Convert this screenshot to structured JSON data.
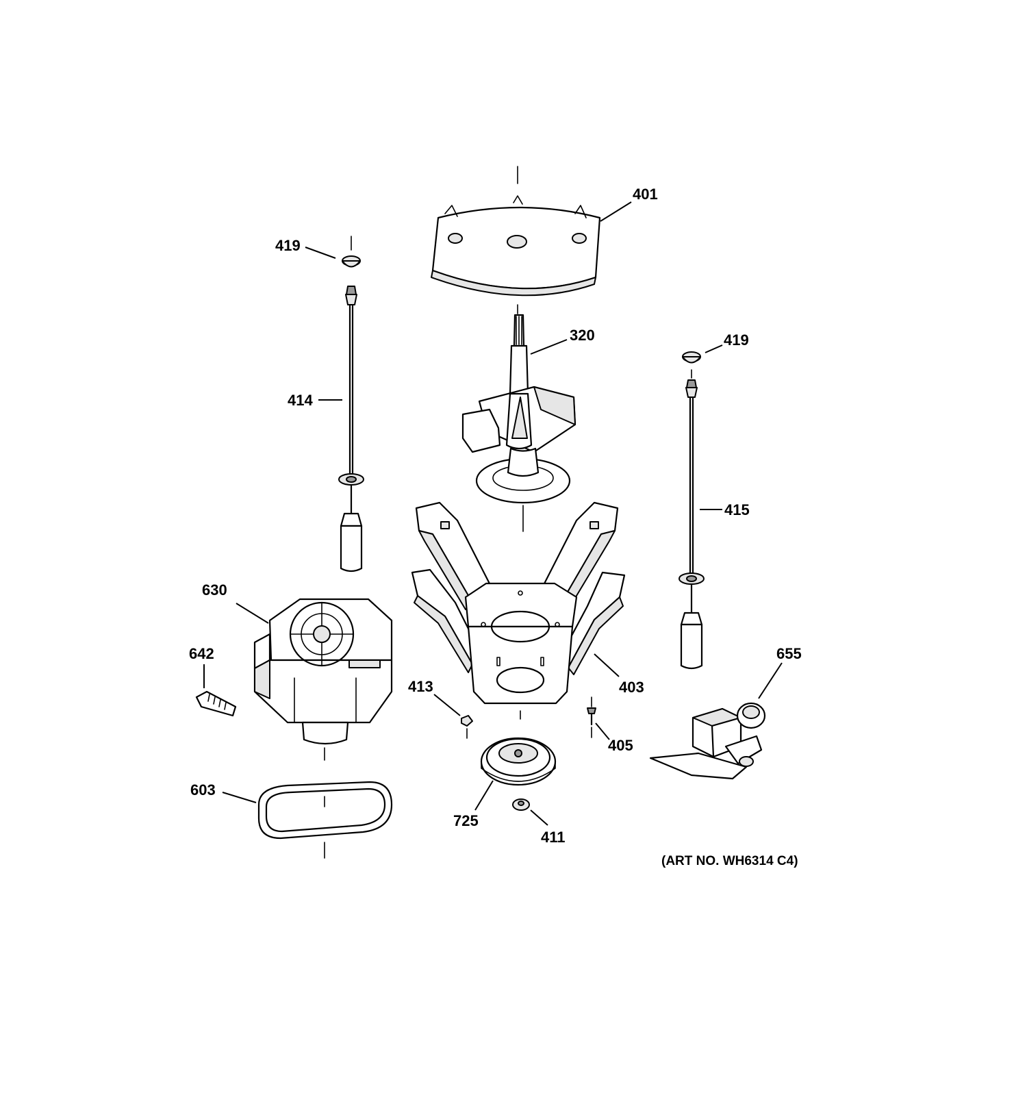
{
  "parts": {
    "p401": "401",
    "p419_left": "419",
    "p419_right": "419",
    "p320": "320",
    "p414": "414",
    "p415": "415",
    "p630": "630",
    "p642": "642",
    "p403": "403",
    "p413": "413",
    "p405": "405",
    "p655": "655",
    "p603": "603",
    "p725": "725",
    "p411": "411"
  },
  "art_number": "(ART NO. WH6314 C4)"
}
